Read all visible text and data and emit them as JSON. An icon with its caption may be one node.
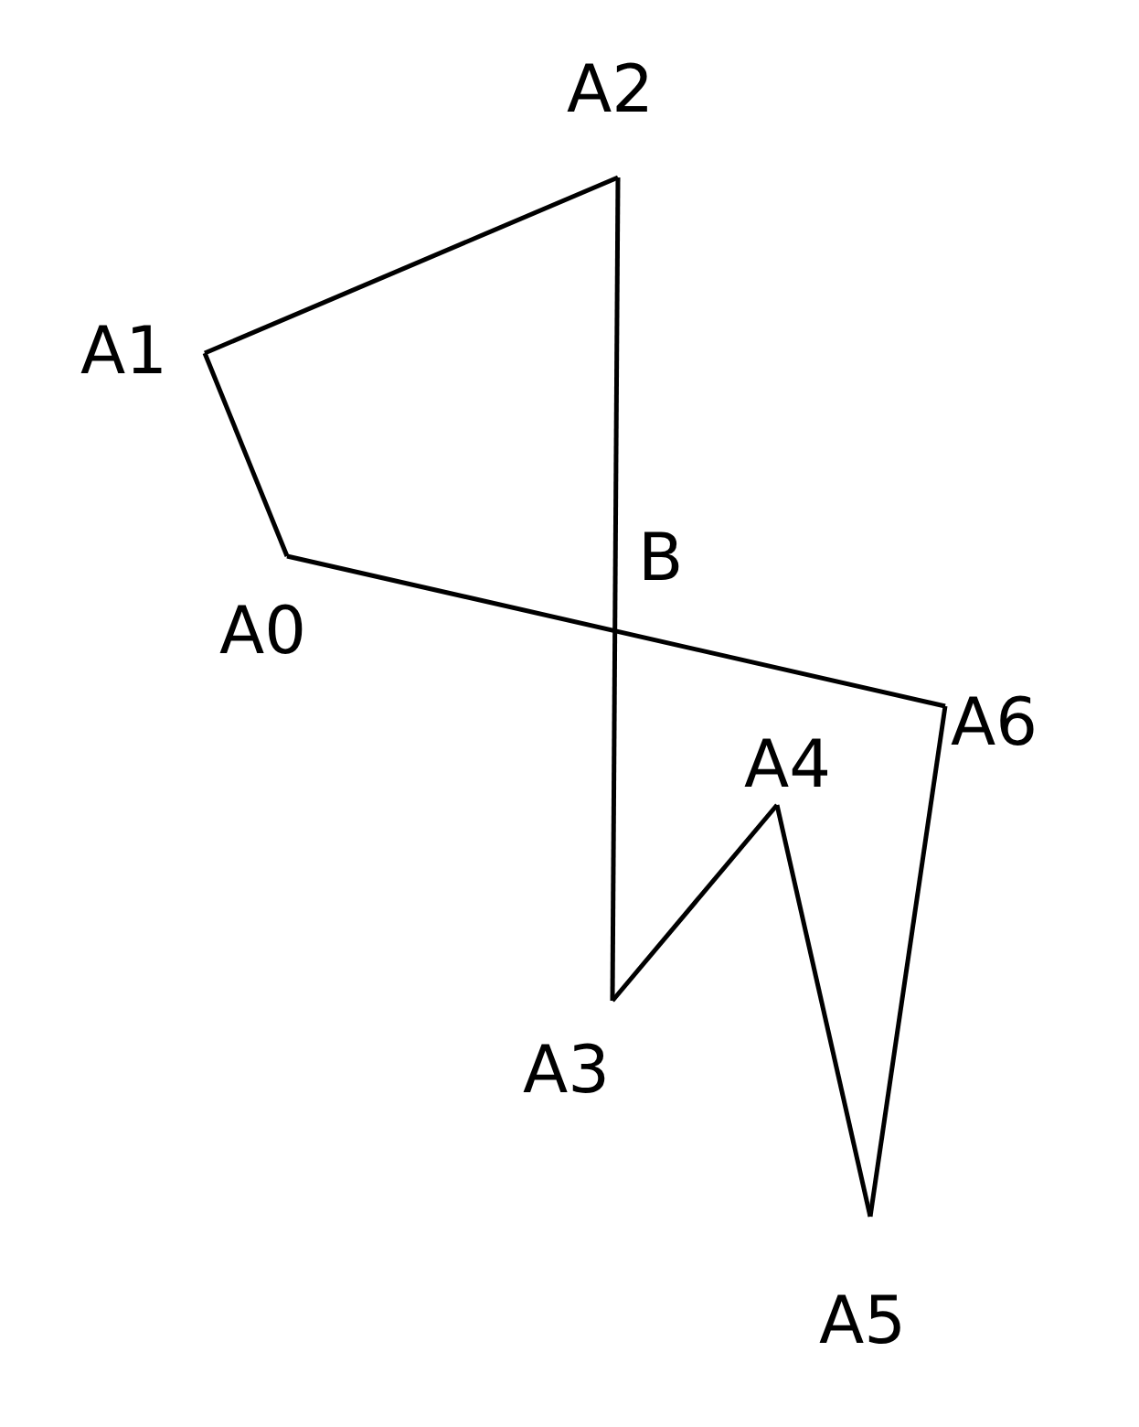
{
  "diagram": {
    "nodes": [
      {
        "text": [
          "A0"
        ]
      },
      {
        "text": [
          "A1"
        ]
      },
      {
        "text": [
          "A2"
        ]
      },
      {
        "text": [
          "A3"
        ]
      },
      {
        "text": [
          "A4"
        ]
      },
      {
        "text": [
          "A5"
        ]
      },
      {
        "text": [
          "A6"
        ]
      }
    ],
    "edges": [
      {
        "from": 0,
        "to": 1,
        "arrow": "none"
      },
      {
        "from": 1,
        "to": 2,
        "arrow": "none"
      },
      {
        "from": 2,
        "to": 3,
        "arrow": "none"
      },
      {
        "from": 3,
        "to": 4,
        "arrow": "none"
      },
      {
        "from": 4,
        "to": 5,
        "arrow": "none"
      },
      {
        "from": 5,
        "to": 6,
        "arrow": "none"
      },
      {
        "from": 6,
        "to": 0,
        "arrow": "none"
      }
    ],
    "labels": [
      "B"
    ]
  }
}
